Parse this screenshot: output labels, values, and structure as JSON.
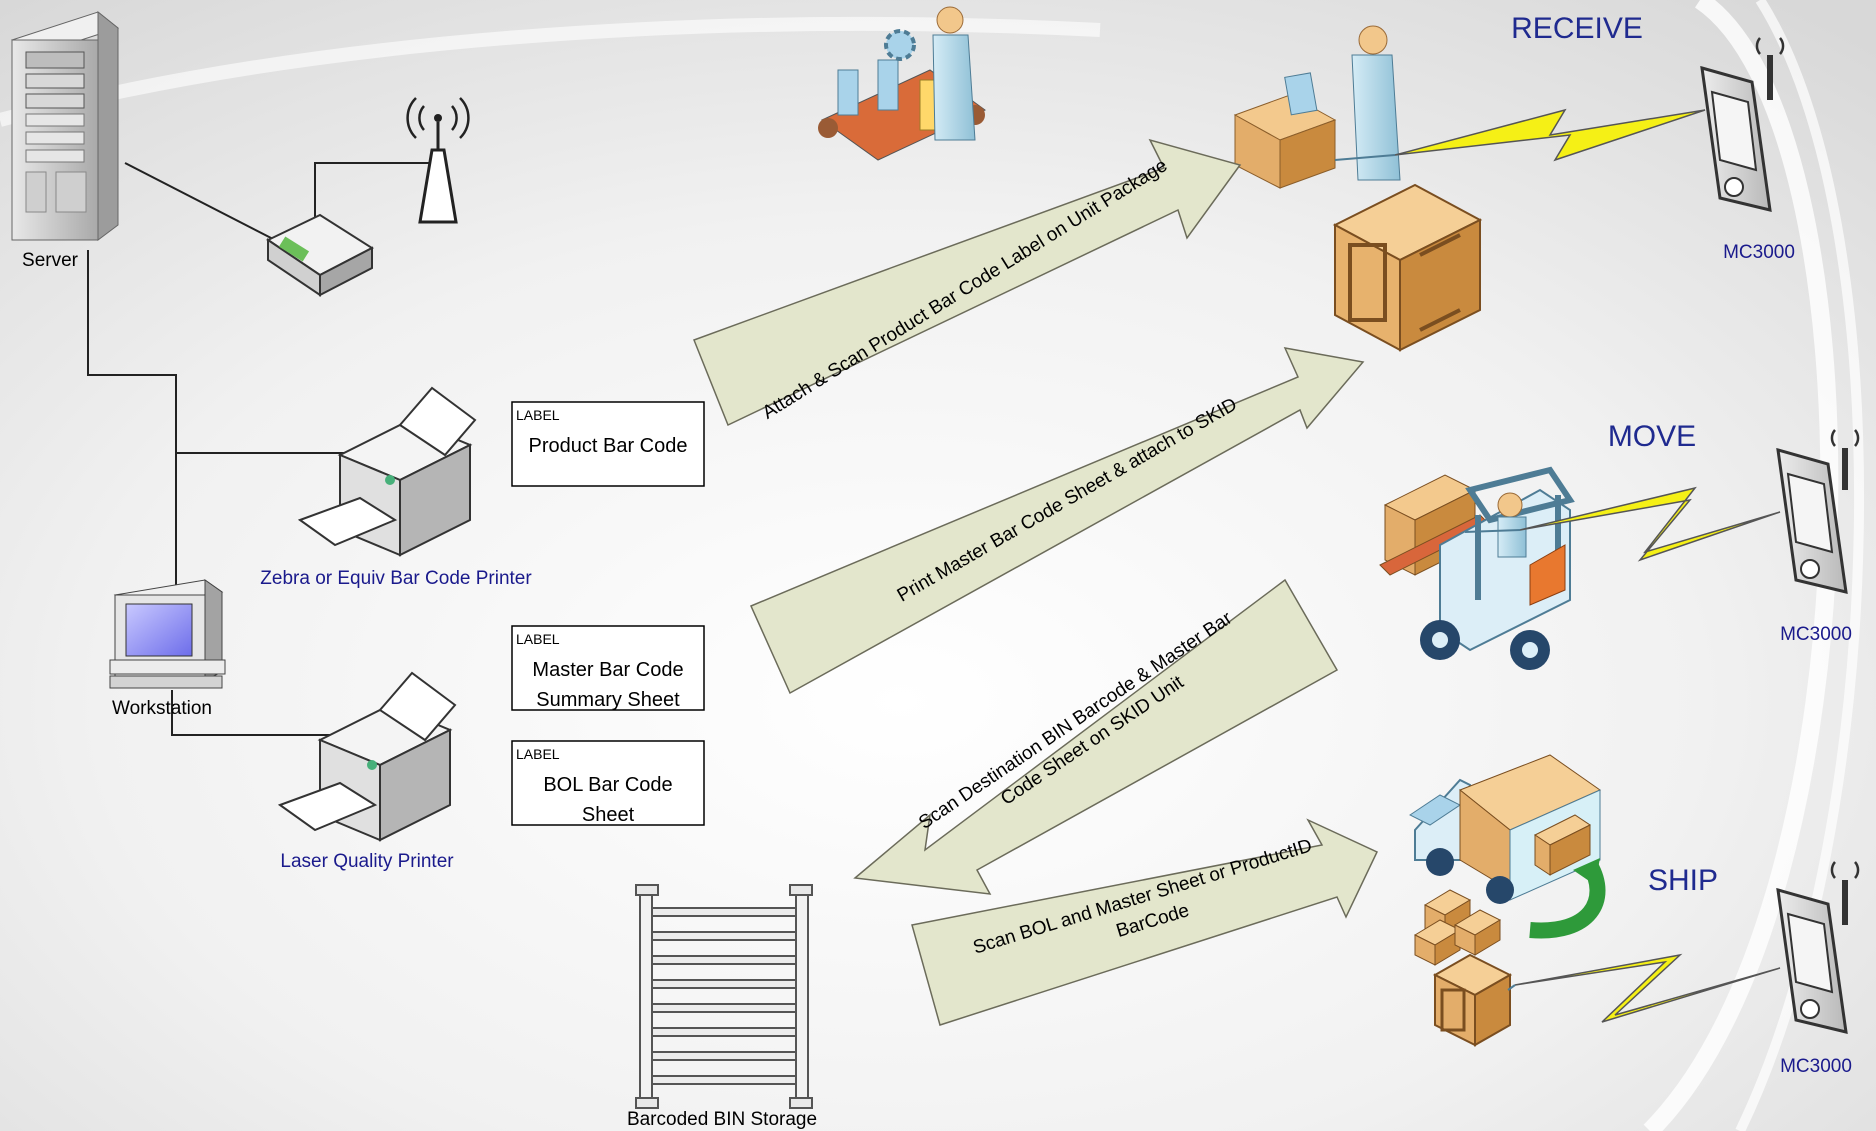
{
  "devices": {
    "server": "Server",
    "workstation": "Workstation",
    "zebra_printer": "Zebra or Equiv Bar Code Printer",
    "laser_printer": "Laser Quality Printer",
    "bin_storage": "Barcoded BIN Storage"
  },
  "labels": [
    {
      "tag": "LABEL",
      "lines": [
        "Product Bar Code"
      ]
    },
    {
      "tag": "LABEL",
      "lines": [
        "Master Bar Code",
        "Summary Sheet"
      ]
    },
    {
      "tag": "LABEL",
      "lines": [
        "BOL Bar Code",
        "Sheet"
      ]
    }
  ],
  "arrows": {
    "attach_scan": [
      "Attach & Scan Product Bar Code Label on Unit Package"
    ],
    "print_master": [
      "Print Master Bar Code Sheet & attach to SKID"
    ],
    "scan_dest": [
      "Scan Destination BIN Barcode & Master Bar",
      "Code Sheet on SKID Unit"
    ],
    "scan_bol": [
      "Scan BOL and Master Sheet or ProductID",
      "BarCode"
    ]
  },
  "stages": {
    "receive": "RECEIVE",
    "move": "MOVE",
    "ship": "SHIP"
  },
  "handhelds": {
    "receive": "MC3000",
    "move": "MC3000",
    "ship": "MC3000"
  },
  "colors": {
    "stage_text": "#1f2a8f",
    "arrow_fill": "#e3e6cc",
    "lightning": "#f5f016",
    "box_brown": "#d9a25a",
    "device_grey": "#d4d4d4"
  }
}
